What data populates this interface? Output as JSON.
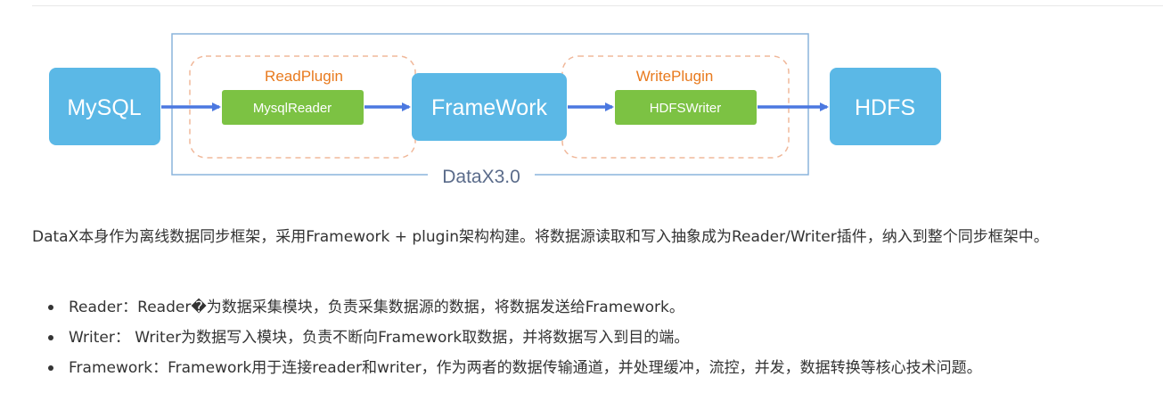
{
  "diagram": {
    "source_label": "MySQL",
    "read_plugin_title": "ReadPlugin",
    "reader_label": "MysqlReader",
    "framework_label": "FrameWork",
    "write_plugin_title": "WritePlugin",
    "writer_label": "HDFSWriter",
    "target_label": "HDFS",
    "container_label": "DataX3.0",
    "colors": {
      "blue_box": "#5bb8e6",
      "green_box": "#7cc243",
      "plugin_title": "#e87a1e",
      "dashed_border": "#f0b89a",
      "container_border": "#8ab4dc",
      "arrow": "#4b78e0",
      "container_text": "#5a6b8a"
    }
  },
  "content": {
    "intro": "DataX本身作为离线数据同步框架，采用Framework + plugin架构构建。将数据源读取和写入抽象成为Reader/Writer插件，纳入到整个同步框架中。",
    "bullets": [
      "Reader：Reader�为数据采集模块，负责采集数据源的数据，将数据发送给Framework。",
      "Writer： Writer为数据写入模块，负责不断向Framework取数据，并将数据写入到目的端。",
      "Framework：Framework用于连接reader和writer，作为两者的数据传输通道，并处理缓冲，流控，并发，数据转换等核心技术问题。"
    ]
  }
}
